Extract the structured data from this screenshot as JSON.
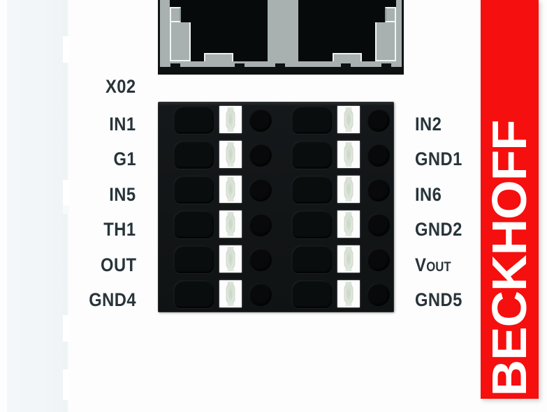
{
  "device": {
    "connector_designation": "X02",
    "brand": "BECKHOFF",
    "brand_color": "#f50f0f",
    "label_color": "#27343a",
    "housing_color": "#f2f6f8",
    "block_color": "#16191a",
    "shield_color": "#a9b0b0"
  },
  "ethernet": {
    "ports": [
      {
        "name": "rj45-port-left"
      },
      {
        "name": "rj45-port-right"
      }
    ]
  },
  "terminal_block": {
    "rows": 6,
    "columns": 2,
    "features_per_position": [
      "wire-entry-recess",
      "spring-clamp-window",
      "test-hole"
    ],
    "left_labels": [
      "IN1",
      "G1",
      "IN5",
      "TH1",
      "OUT",
      "GND4"
    ],
    "right_labels": [
      {
        "main": "IN2",
        "sub": ""
      },
      {
        "main": "GND1",
        "sub": ""
      },
      {
        "main": "IN6",
        "sub": ""
      },
      {
        "main": "GND2",
        "sub": ""
      },
      {
        "main": "V",
        "sub": "OUT"
      },
      {
        "main": "GND5",
        "sub": ""
      }
    ]
  }
}
